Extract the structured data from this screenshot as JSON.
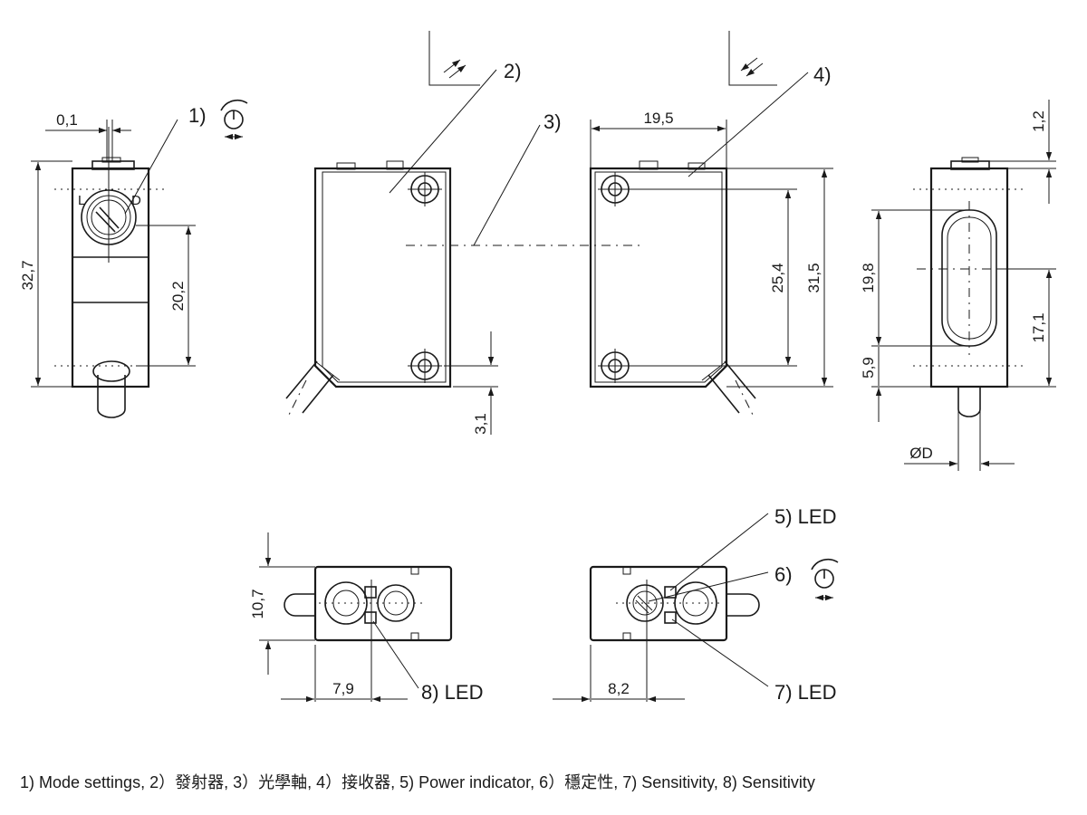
{
  "dimensions": {
    "d_0_1": "0,1",
    "d_32_7": "32,7",
    "d_20_2": "20,2",
    "d_19_5": "19,5",
    "d_25_4": "25,4",
    "d_31_5": "31,5",
    "d_3_1": "3,1",
    "d_1_2": "1,2",
    "d_19_8": "19,8",
    "d_17_1": "17,1",
    "d_5_9": "5,9",
    "d_phiD": "ØD",
    "d_10_7": "10,7",
    "d_7_9": "7,9",
    "d_8_2": "8,2"
  },
  "callouts": {
    "c1": "1)",
    "c2": "2)",
    "c3": "3)",
    "c4": "4)",
    "c5": "5) LED",
    "c6": "6)",
    "c7": "7) LED",
    "c8": "8) LED"
  },
  "legend": "1) Mode settings, 2）發射器, 3）光學軸, 4）接收器, 5) Power indicator, 6）穩定性, 7) Sensitivity, 8) Sensitivity",
  "icons": [
    "knob-icon",
    "emitter-symbol-icon",
    "receiver-symbol-icon"
  ]
}
